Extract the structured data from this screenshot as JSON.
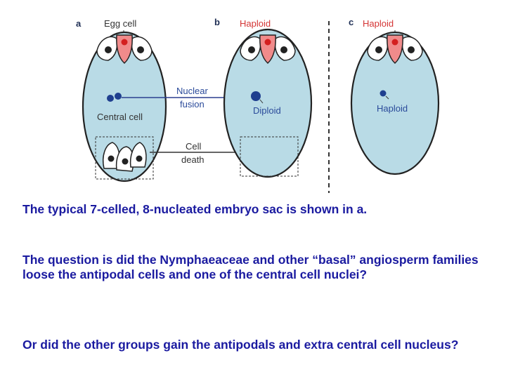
{
  "figure": {
    "panels": {
      "a": "a",
      "b": "b",
      "c": "c"
    },
    "labels": {
      "egg_cell": "Egg cell",
      "haploid_b": "Haploid",
      "haploid_c": "Haploid",
      "nuclear_fusion_1": "Nuclear",
      "nuclear_fusion_2": "fusion",
      "central_cell": "Central cell",
      "diploid": "Diploid",
      "haploid_nucleus": "Haploid",
      "cell_death_1": "Cell",
      "cell_death_2": "death"
    },
    "colors": {
      "sac_fill": "#b9dbe6",
      "egg_fill": "#f08b8b",
      "nucleus": "#1f3f8f",
      "arrow": "#2b3f8f",
      "haploid_label": "#d43434",
      "label_blue": "#2a4a9a"
    }
  },
  "caption": {
    "line1": "The typical 7-celled, 8-nucleated embryo sac is shown in a.",
    "line2": "The question is did the Nymphaeaceae and other “basal” angiosperm families loose the antipodal cells and one of the central cell nuclei?",
    "line3": "Or did the other groups gain the antipodals and extra central cell nucleus?"
  }
}
